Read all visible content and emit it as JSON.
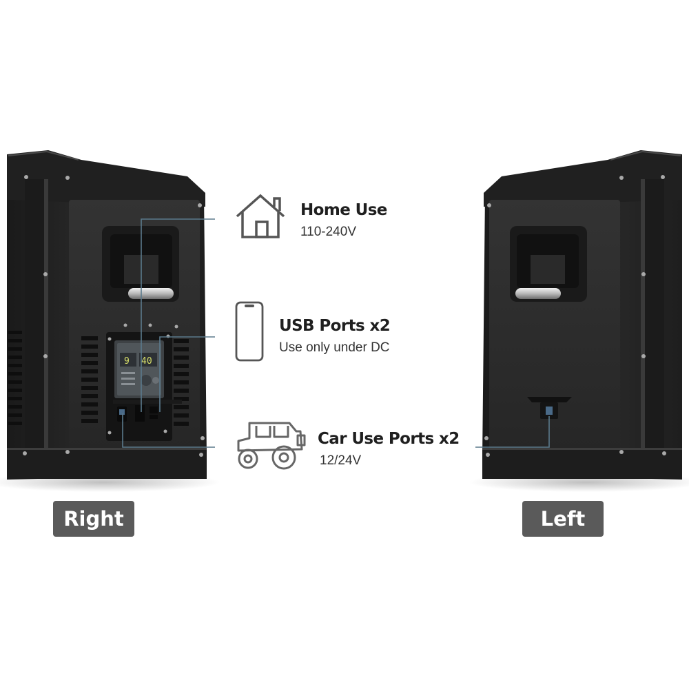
{
  "features": [
    {
      "title": "Home Use",
      "subtitle": "110-240V",
      "icon": "house-icon"
    },
    {
      "title": "USB Ports x2",
      "subtitle": "Use only under DC",
      "icon": "smartphone-icon"
    },
    {
      "title": "Car Use Ports x2",
      "subtitle": "12/24V",
      "icon": "off-road-vehicle-icon"
    }
  ],
  "views": {
    "right": "Right",
    "left": "Left"
  },
  "display_readout": {
    "left_digit": "9",
    "right_digits": "40"
  },
  "colors": {
    "background": "#ffffff",
    "unit_body": "#262626",
    "callout_line": "#5b7a8c",
    "label_badge": "#5a5a5a"
  }
}
